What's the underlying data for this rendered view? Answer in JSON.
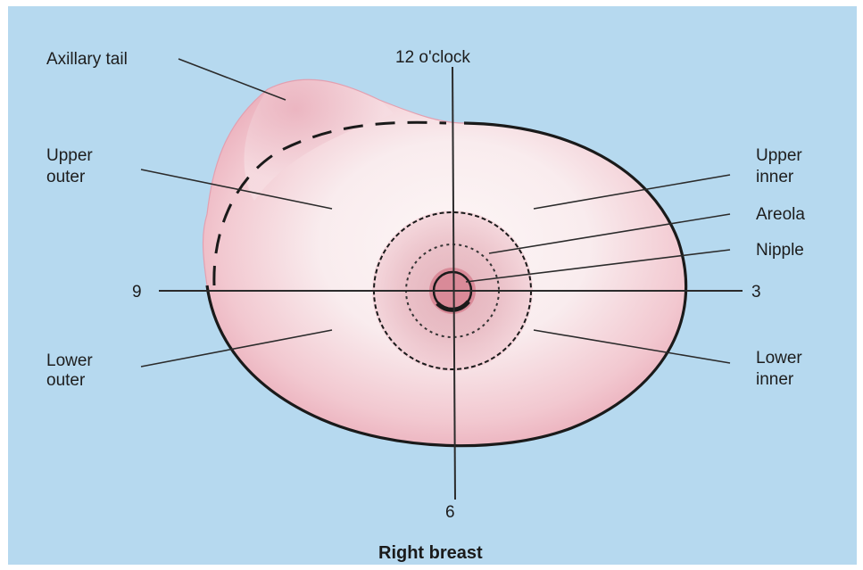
{
  "diagram": {
    "caption": "Right breast",
    "clock": {
      "top": "12 o'clock",
      "left": "9",
      "right": "3",
      "bottom": "6"
    },
    "labels": {
      "axillary_tail": "Axillary tail",
      "upper_outer": [
        "Upper",
        "outer"
      ],
      "upper_inner": [
        "Upper",
        "inner"
      ],
      "areola": "Areola",
      "nipple": "Nipple",
      "lower_outer": [
        "Lower",
        "outer"
      ],
      "lower_inner": [
        "Lower",
        "inner"
      ]
    },
    "colors": {
      "background": "#b6d9ef",
      "border": "#ffffff",
      "breast_outline": "#1a1a1a",
      "breast_light": "#fbf2f2",
      "breast_pink": "#eba9b7",
      "areola_pink": "#d98a98"
    }
  }
}
